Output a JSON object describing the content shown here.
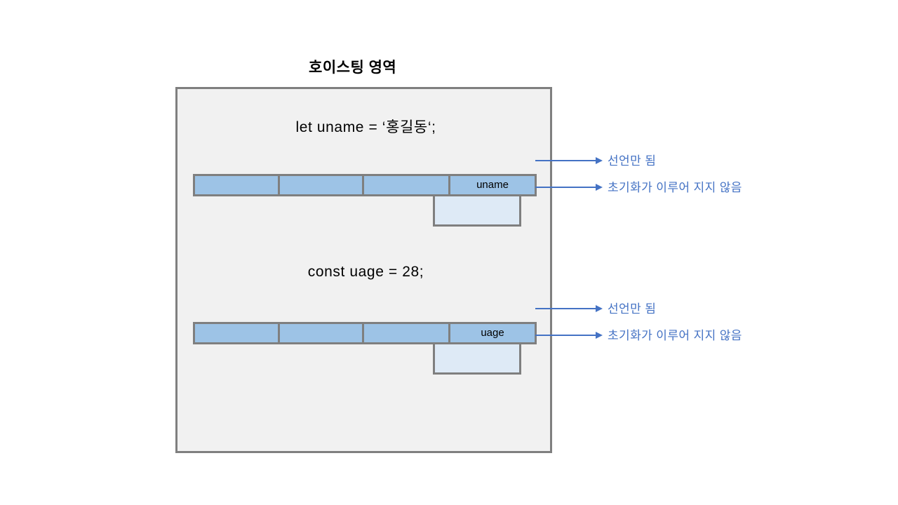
{
  "diagram": {
    "title": "호이스팅 영역",
    "accent_color": "#4472c4",
    "cell_fill_color": "#9dc3e6",
    "value_fill_color": "#deeaf6",
    "box_fill_color": "#f1f1f1",
    "box_border_color": "#7f7f7f",
    "groups": [
      {
        "code": "let uname = ‘홍길동‘;",
        "cells": [
          "",
          "",
          "",
          "uname"
        ],
        "value_cell": ""
      },
      {
        "code": "const uage = 28;",
        "cells": [
          "",
          "",
          "",
          "uage"
        ],
        "value_cell": ""
      }
    ],
    "callouts": [
      {
        "label": "선언만 됨"
      },
      {
        "label": "초기화가 이루어 지지 않음"
      },
      {
        "label": "선언만 됨"
      },
      {
        "label": "초기화가 이루어 지지 않음"
      }
    ]
  }
}
